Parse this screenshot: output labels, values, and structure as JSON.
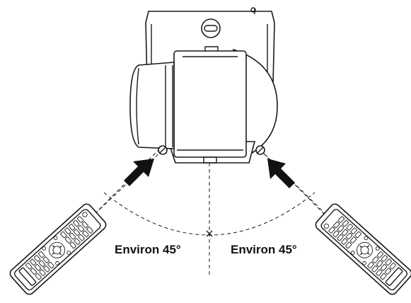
{
  "labels": {
    "left_angle": "Environ 45°",
    "right_angle": "Environ 45°"
  },
  "angles": {
    "left_deg": 45,
    "right_deg": 45
  }
}
